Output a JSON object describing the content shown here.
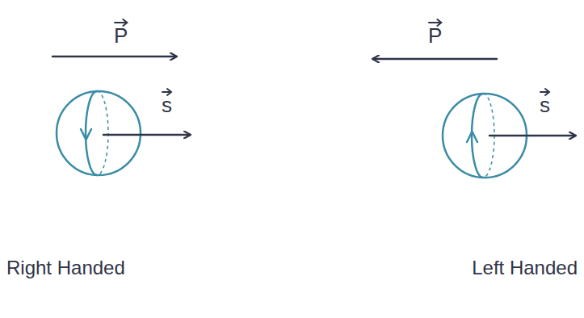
{
  "diagram": {
    "labels": [
      "P",
      "s",
      "P",
      "s",
      "Right Handed",
      "Left Handed"
    ]
  }
}
